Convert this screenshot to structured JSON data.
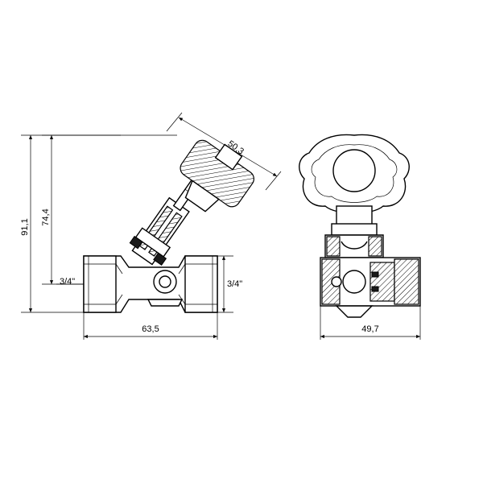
{
  "dimensions": {
    "overall_height": "91,1",
    "stem_height": "74,4",
    "handwheel_diameter": "50,3",
    "inlet_thread": "3/4\"",
    "outlet_thread": "3/4\"",
    "body_length": "63,5",
    "side_width": "49,7"
  }
}
